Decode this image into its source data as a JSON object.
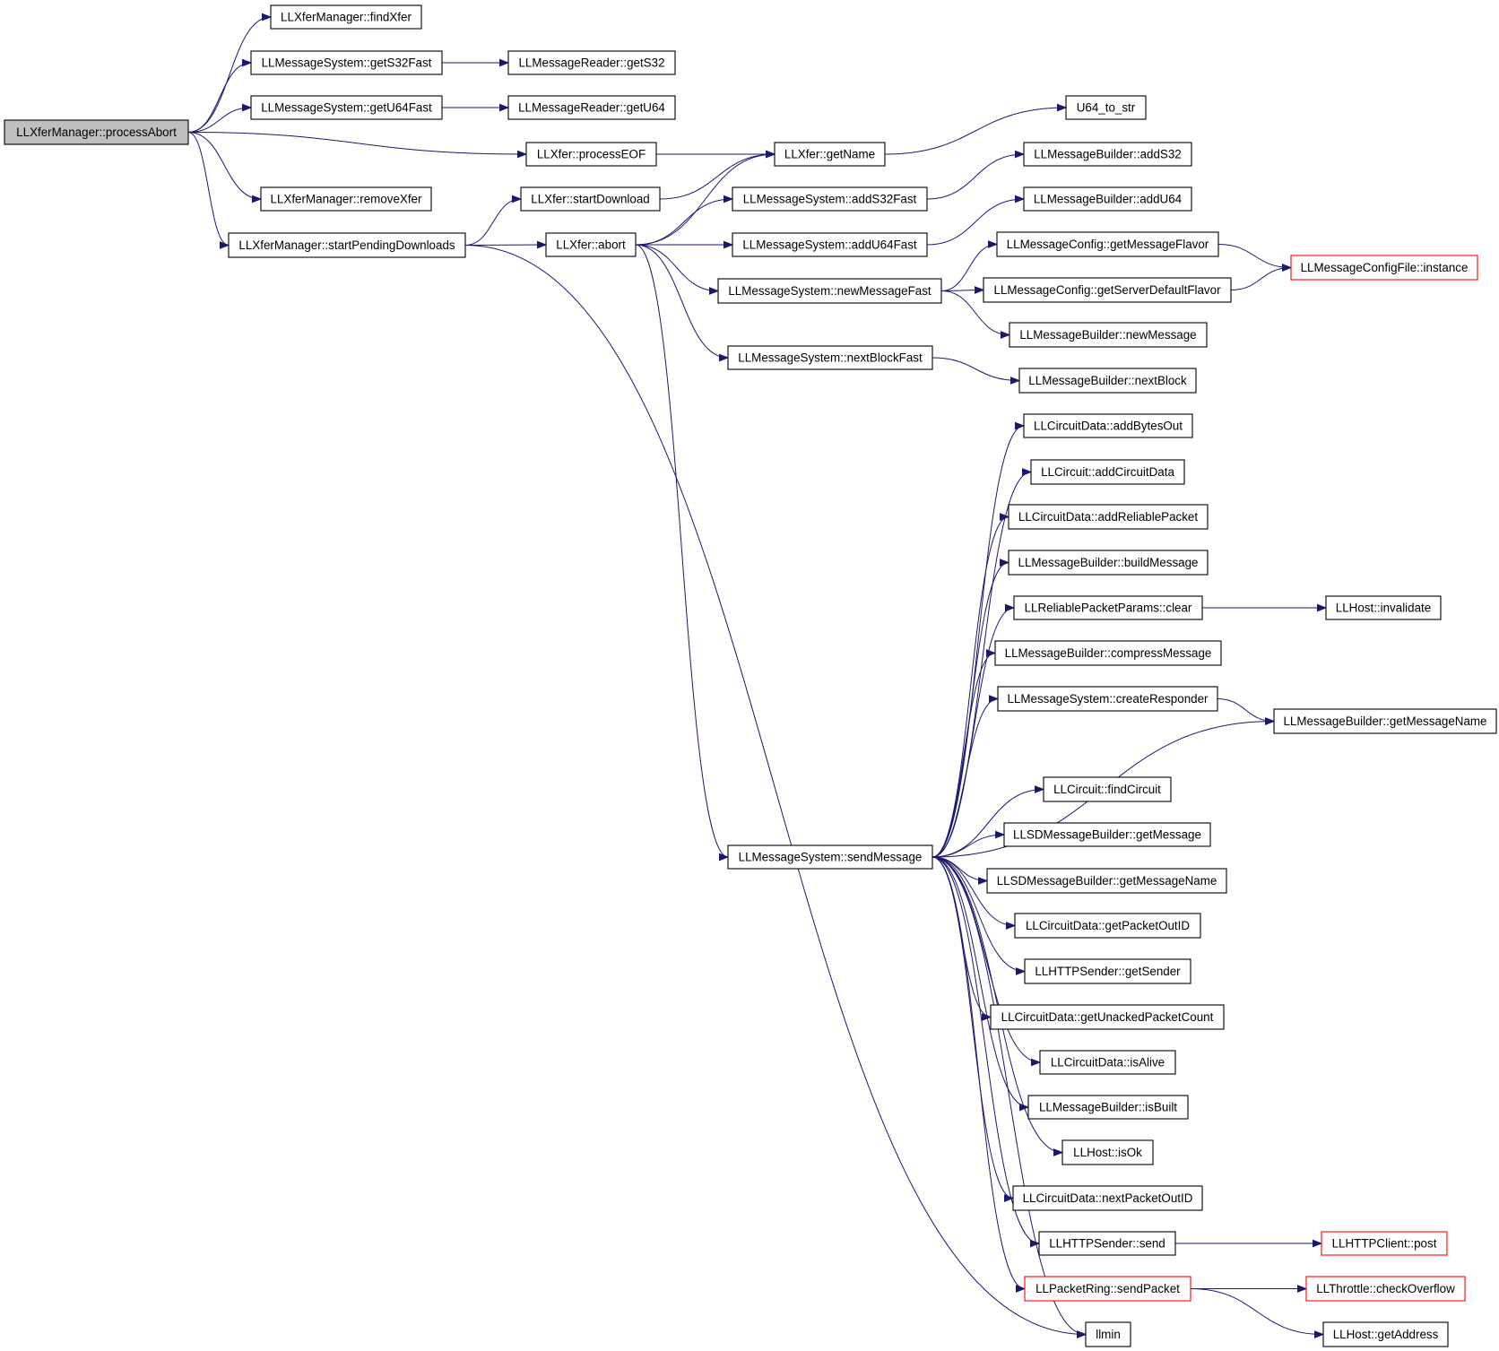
{
  "colors": {
    "edge": "#191970",
    "node_border": "#000000",
    "node_fill": "#ffffff",
    "root_fill": "#bfbfbf",
    "external_border": "#ff0000"
  },
  "graph": {
    "nodes": [
      {
        "id": "processAbort",
        "label": "LLXferManager::processAbort",
        "style": "root"
      },
      {
        "id": "findXfer",
        "label": "LLXferManager::findXfer",
        "style": "normal"
      },
      {
        "id": "getS32Fast",
        "label": "LLMessageSystem::getS32Fast",
        "style": "normal"
      },
      {
        "id": "getS32",
        "label": "LLMessageReader::getS32",
        "style": "normal"
      },
      {
        "id": "getU64Fast",
        "label": "LLMessageSystem::getU64Fast",
        "style": "normal"
      },
      {
        "id": "getU64",
        "label": "LLMessageReader::getU64",
        "style": "normal"
      },
      {
        "id": "U64_to_str",
        "label": "U64_to_str",
        "style": "normal"
      },
      {
        "id": "processEOF",
        "label": "LLXfer::processEOF",
        "style": "normal"
      },
      {
        "id": "getName",
        "label": "LLXfer::getName",
        "style": "normal"
      },
      {
        "id": "addS32",
        "label": "LLMessageBuilder::addS32",
        "style": "normal"
      },
      {
        "id": "removeXfer",
        "label": "LLXferManager::removeXfer",
        "style": "normal"
      },
      {
        "id": "startDownload",
        "label": "LLXfer::startDownload",
        "style": "normal"
      },
      {
        "id": "addS32Fast",
        "label": "LLMessageSystem::addS32Fast",
        "style": "normal"
      },
      {
        "id": "addU64",
        "label": "LLMessageBuilder::addU64",
        "style": "normal"
      },
      {
        "id": "startPendingDownloads",
        "label": "LLXferManager::startPendingDownloads",
        "style": "normal"
      },
      {
        "id": "abort",
        "label": "LLXfer::abort",
        "style": "normal"
      },
      {
        "id": "addU64Fast",
        "label": "LLMessageSystem::addU64Fast",
        "style": "normal"
      },
      {
        "id": "getMessageFlavor",
        "label": "LLMessageConfig::getMessageFlavor",
        "style": "normal"
      },
      {
        "id": "instance",
        "label": "LLMessageConfigFile::instance",
        "style": "external"
      },
      {
        "id": "newMessageFast",
        "label": "LLMessageSystem::newMessageFast",
        "style": "normal"
      },
      {
        "id": "getServerDefaultFlavor",
        "label": "LLMessageConfig::getServerDefaultFlavor",
        "style": "normal"
      },
      {
        "id": "newMessage",
        "label": "LLMessageBuilder::newMessage",
        "style": "normal"
      },
      {
        "id": "nextBlockFast",
        "label": "LLMessageSystem::nextBlockFast",
        "style": "normal"
      },
      {
        "id": "nextBlock",
        "label": "LLMessageBuilder::nextBlock",
        "style": "normal"
      },
      {
        "id": "addBytesOut",
        "label": "LLCircuitData::addBytesOut",
        "style": "normal"
      },
      {
        "id": "addCircuitData",
        "label": "LLCircuit::addCircuitData",
        "style": "normal"
      },
      {
        "id": "addReliablePacket",
        "label": "LLCircuitData::addReliablePacket",
        "style": "normal"
      },
      {
        "id": "buildMessage",
        "label": "LLMessageBuilder::buildMessage",
        "style": "normal"
      },
      {
        "id": "clear",
        "label": "LLReliablePacketParams::clear",
        "style": "normal"
      },
      {
        "id": "invalidate",
        "label": "LLHost::invalidate",
        "style": "normal"
      },
      {
        "id": "compressMessage",
        "label": "LLMessageBuilder::compressMessage",
        "style": "normal"
      },
      {
        "id": "createResponder",
        "label": "LLMessageSystem::createResponder",
        "style": "normal"
      },
      {
        "id": "getMessageName",
        "label": "LLMessageBuilder::getMessageName",
        "style": "normal"
      },
      {
        "id": "findCircuit",
        "label": "LLCircuit::findCircuit",
        "style": "normal"
      },
      {
        "id": "getMessage",
        "label": "LLSDMessageBuilder::getMessage",
        "style": "normal"
      },
      {
        "id": "sendMessage",
        "label": "LLMessageSystem::sendMessage",
        "style": "normal"
      },
      {
        "id": "sdGetMessageName",
        "label": "LLSDMessageBuilder::getMessageName",
        "style": "normal"
      },
      {
        "id": "getPacketOutID",
        "label": "LLCircuitData::getPacketOutID",
        "style": "normal"
      },
      {
        "id": "getSender",
        "label": "LLHTTPSender::getSender",
        "style": "normal"
      },
      {
        "id": "getUnackedPacketCount",
        "label": "LLCircuitData::getUnackedPacketCount",
        "style": "normal"
      },
      {
        "id": "isAlive",
        "label": "LLCircuitData::isAlive",
        "style": "normal"
      },
      {
        "id": "isBuilt",
        "label": "LLMessageBuilder::isBuilt",
        "style": "normal"
      },
      {
        "id": "isOk",
        "label": "LLHost::isOk",
        "style": "normal"
      },
      {
        "id": "nextPacketOutID",
        "label": "LLCircuitData::nextPacketOutID",
        "style": "normal"
      },
      {
        "id": "send",
        "label": "LLHTTPSender::send",
        "style": "normal"
      },
      {
        "id": "post",
        "label": "LLHTTPClient::post",
        "style": "external"
      },
      {
        "id": "sendPacket",
        "label": "LLPacketRing::sendPacket",
        "style": "external"
      },
      {
        "id": "checkOverflow",
        "label": "LLThrottle::checkOverflow",
        "style": "external"
      },
      {
        "id": "llmin",
        "label": "llmin",
        "style": "normal"
      },
      {
        "id": "getAddress",
        "label": "LLHost::getAddress",
        "style": "normal"
      }
    ]
  }
}
